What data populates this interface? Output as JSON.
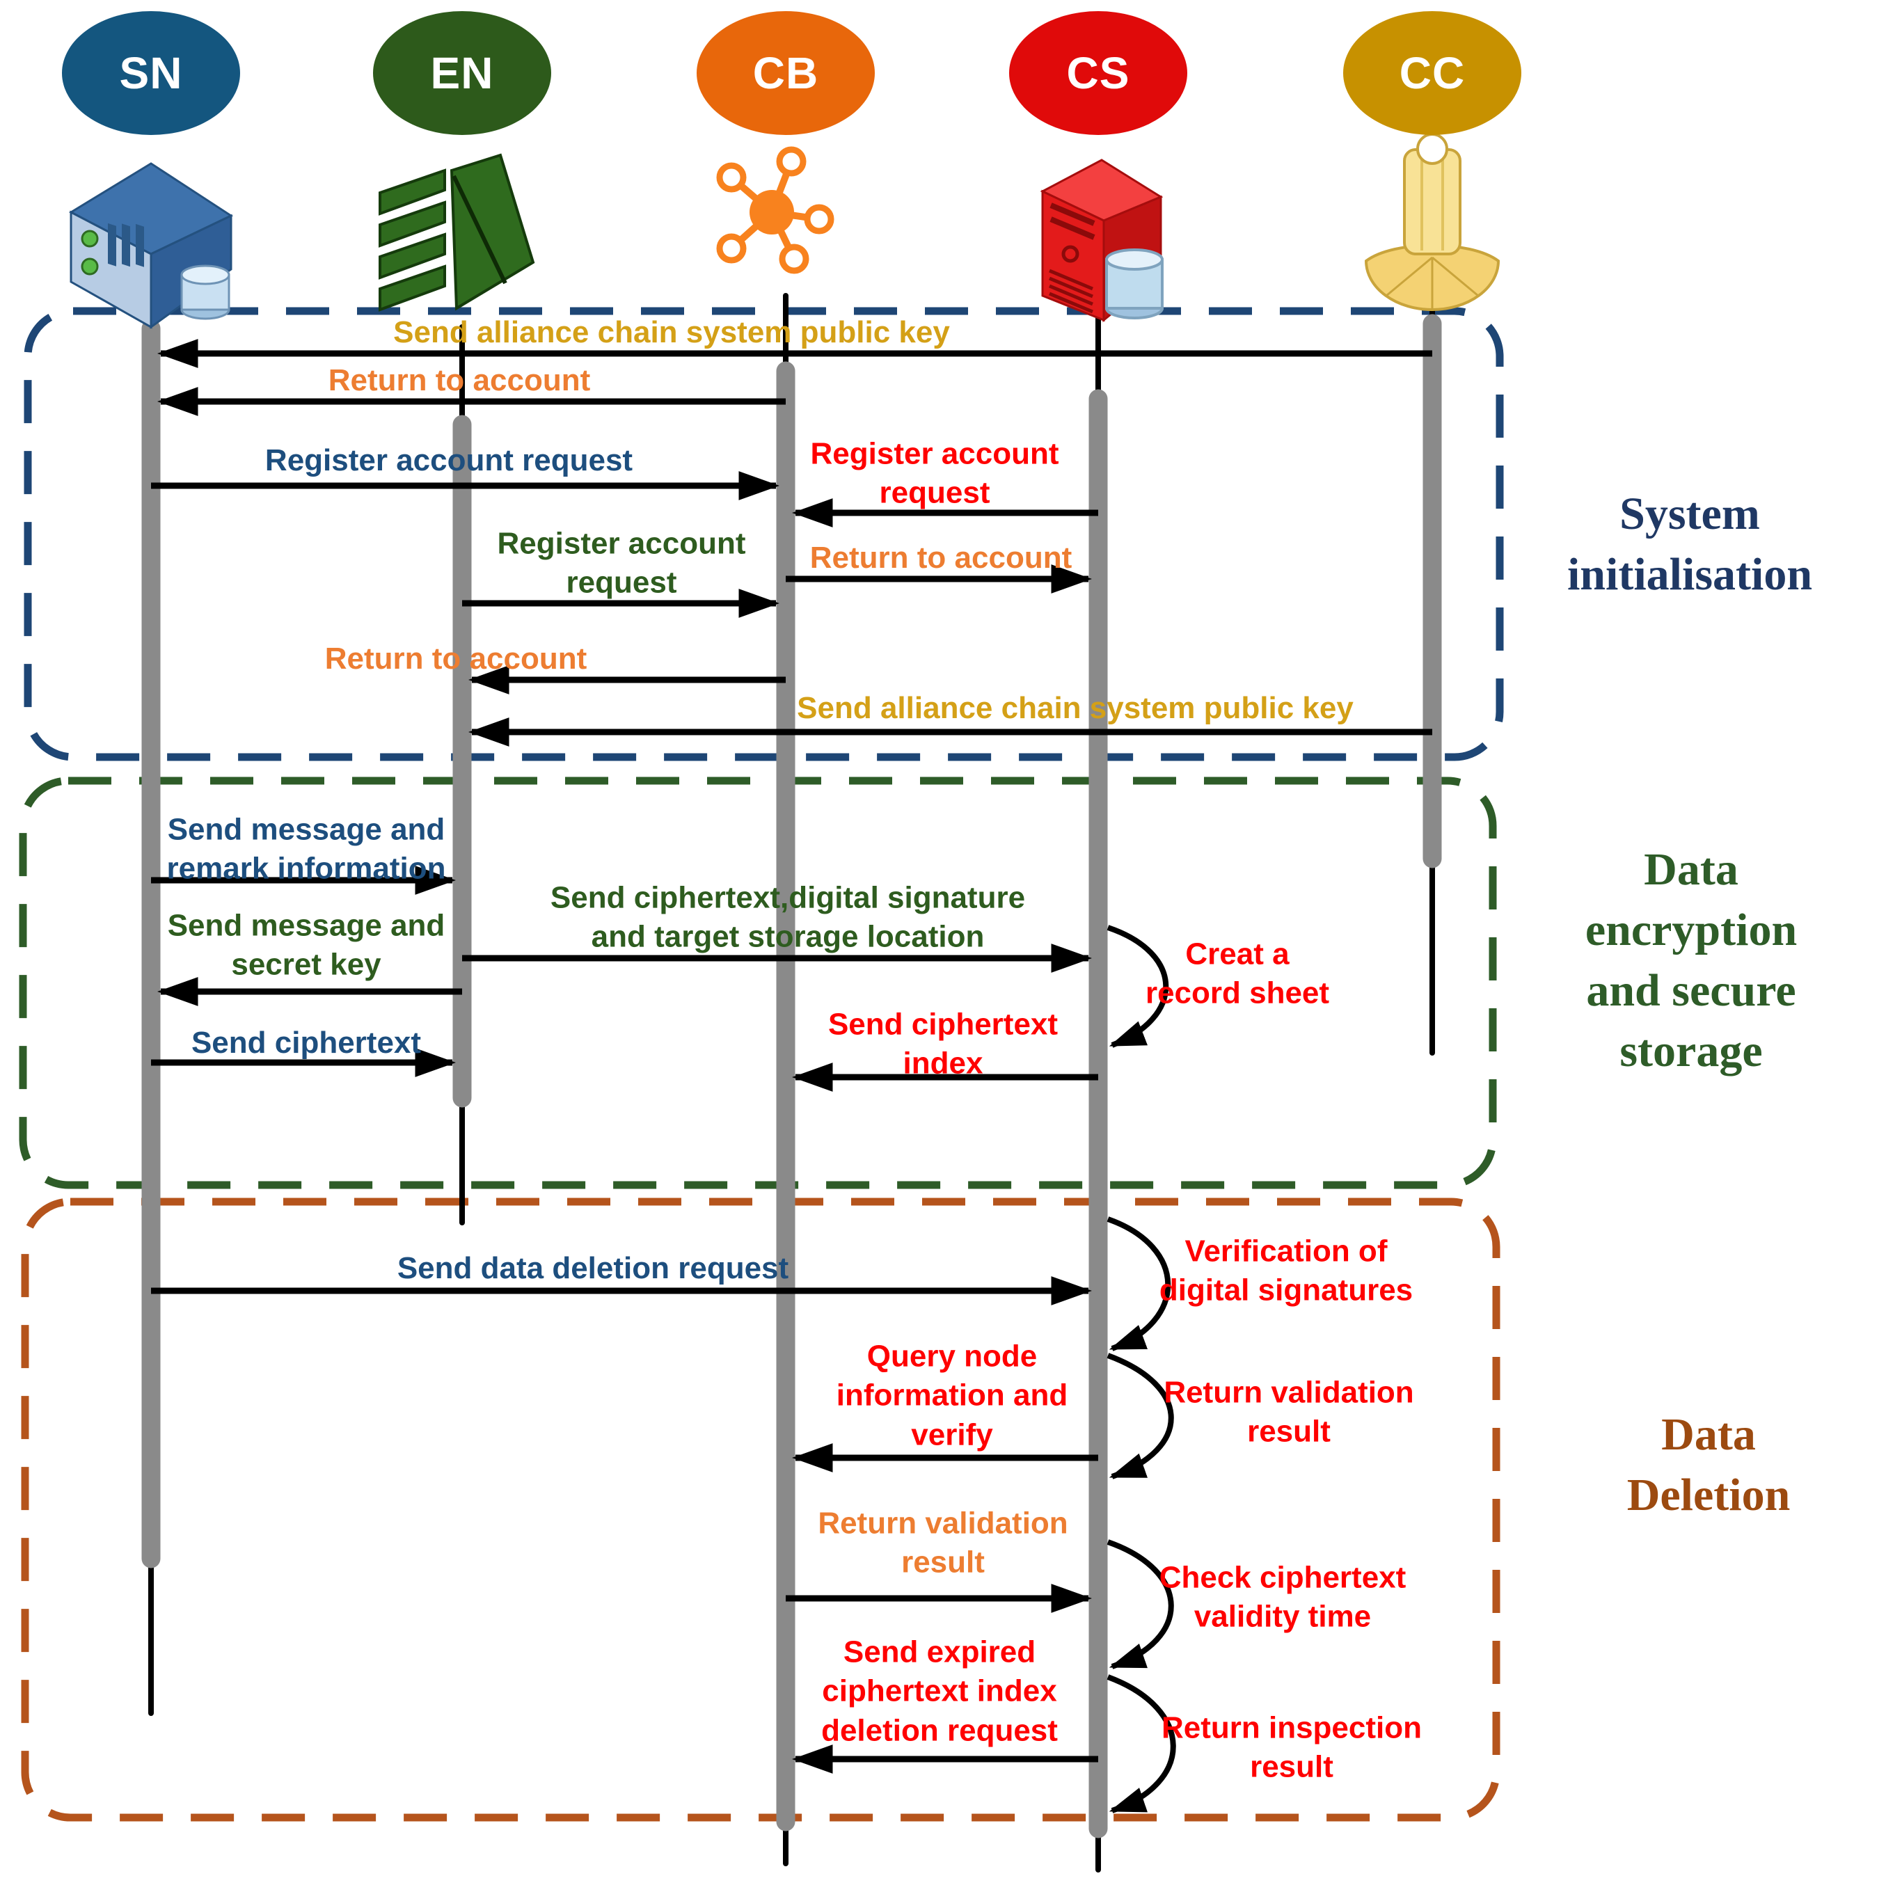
{
  "actors": [
    {
      "id": "SN",
      "label": "SN",
      "color": "#14567F",
      "icon": "blue-server-icon"
    },
    {
      "id": "EN",
      "label": "EN",
      "color": "#2D5A1B",
      "icon": "green-rack-icon"
    },
    {
      "id": "CB",
      "label": "CB",
      "color": "#E8670B",
      "icon": "orange-hub-icon"
    },
    {
      "id": "CS",
      "label": "CS",
      "color": "#E00A0A",
      "icon": "red-tower-database-icon"
    },
    {
      "id": "CC",
      "label": "CC",
      "color": "#C79100",
      "icon": "gold-pillar-icon"
    }
  ],
  "sections": [
    {
      "label": "System\ninitialisation",
      "color": "#1F3864",
      "border_color": "#1E4675"
    },
    {
      "label": "Data encryption\nand secure\nstorage",
      "color": "#2E5C28",
      "border_color": "#2E5C28"
    },
    {
      "label": "Data Deletion",
      "color": "#9C4A10",
      "border_color": "#B5541C"
    }
  ],
  "messages": [
    {
      "text": "Send alliance chain system public key",
      "from": "CC",
      "to": "SN",
      "color": "#D4A017",
      "type": "message"
    },
    {
      "text": "Return to account",
      "from": "CB",
      "to": "SN",
      "color": "#ED7D31",
      "type": "message"
    },
    {
      "text": "Register account request",
      "from": "SN",
      "to": "CB",
      "color": "#1D4E7E",
      "type": "message"
    },
    {
      "text": "Register account\nrequest",
      "from": "CS",
      "to": "CB",
      "color": "#FF0000",
      "type": "message"
    },
    {
      "text": "Return to account",
      "from": "CB",
      "to": "CS",
      "color": "#ED7D31",
      "type": "message"
    },
    {
      "text": "Register account\nrequest",
      "from": "EN",
      "to": "CB",
      "color": "#2E5C1F",
      "type": "message"
    },
    {
      "text": "Return to account",
      "from": "CB",
      "to": "EN",
      "color": "#ED7D31",
      "type": "message"
    },
    {
      "text": "Send alliance chain system public key",
      "from": "CC",
      "to": "EN",
      "color": "#D4A017",
      "type": "message"
    },
    {
      "text": "Send message and\nremark information",
      "from": "SN",
      "to": "EN",
      "color": "#1D4E7E",
      "type": "message"
    },
    {
      "text": "Send ciphertext,digital signature\nand target storage location",
      "from": "EN",
      "to": "CS",
      "color": "#2E5C1F",
      "type": "message"
    },
    {
      "text": "Send message and\nsecret key",
      "from": "EN",
      "to": "SN",
      "color": "#2E5C1F",
      "type": "message"
    },
    {
      "text": "Send ciphertext",
      "from": "SN",
      "to": "EN",
      "color": "#1D4E7E",
      "type": "message"
    },
    {
      "text": "Send ciphertext\nindex",
      "from": "CS",
      "to": "CB",
      "color": "#FF0000",
      "type": "message"
    },
    {
      "text": "Creat a\nrecord sheet",
      "from": "CS",
      "to": "CS",
      "color": "#FF0000",
      "type": "self"
    },
    {
      "text": "Send data deletion request",
      "from": "SN",
      "to": "CS",
      "color": "#1D4E7E",
      "type": "message"
    },
    {
      "text": "Verification of\ndigital signatures",
      "from": "CS",
      "to": "CS",
      "color": "#FF0000",
      "type": "self"
    },
    {
      "text": "Query node\ninformation and\nverify",
      "from": "CS",
      "to": "CB",
      "color": "#FF0000",
      "type": "message"
    },
    {
      "text": "Return validation\nresult",
      "from": "CS",
      "to": "CS",
      "color": "#FF0000",
      "type": "self"
    },
    {
      "text": "Return validation\nresult",
      "from": "CB",
      "to": "CS",
      "color": "#ED7D31",
      "type": "message"
    },
    {
      "text": "Check ciphertext\nvalidity time",
      "from": "CS",
      "to": "CS",
      "color": "#FF0000",
      "type": "self"
    },
    {
      "text": "Send expired\nciphertext index\ndeletion request",
      "from": "CS",
      "to": "CB",
      "color": "#FF0000",
      "type": "message"
    },
    {
      "text": "Return inspection\nresult",
      "from": "CS",
      "to": "CS",
      "color": "#FF0000",
      "type": "self"
    }
  ]
}
